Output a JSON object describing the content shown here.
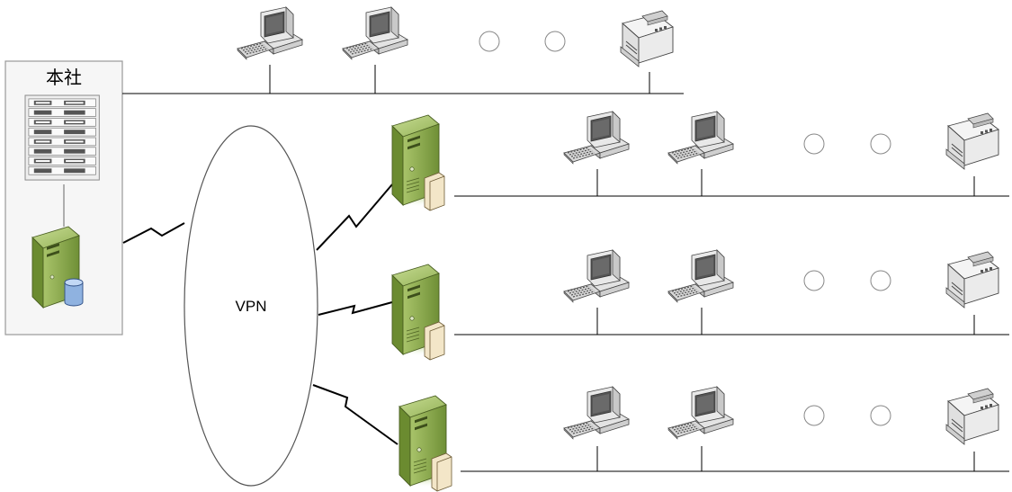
{
  "headquarters": {
    "label": "本社"
  },
  "vpn": {
    "label": "VPN"
  },
  "colors": {
    "server_green": "#8fae53",
    "server_dark": "#5f7a2c",
    "line": "#000000",
    "box_border": "#9a9a9a",
    "box_fill": "#f6f6f6"
  },
  "icons": [
    "rack-server-icon",
    "database-server-icon",
    "branch-server-icon",
    "workstation-icon",
    "printer-icon",
    "node-circle-icon",
    "lightning-link-icon",
    "vpn-cloud"
  ],
  "networks": [
    {
      "id": "hq-lan",
      "computers": 2,
      "placeholders": 2,
      "printers": 1
    },
    {
      "id": "branch-1",
      "computers": 2,
      "placeholders": 2,
      "printers": 1
    },
    {
      "id": "branch-2",
      "computers": 2,
      "placeholders": 2,
      "printers": 1
    },
    {
      "id": "branch-3",
      "computers": 2,
      "placeholders": 2,
      "printers": 1
    }
  ]
}
